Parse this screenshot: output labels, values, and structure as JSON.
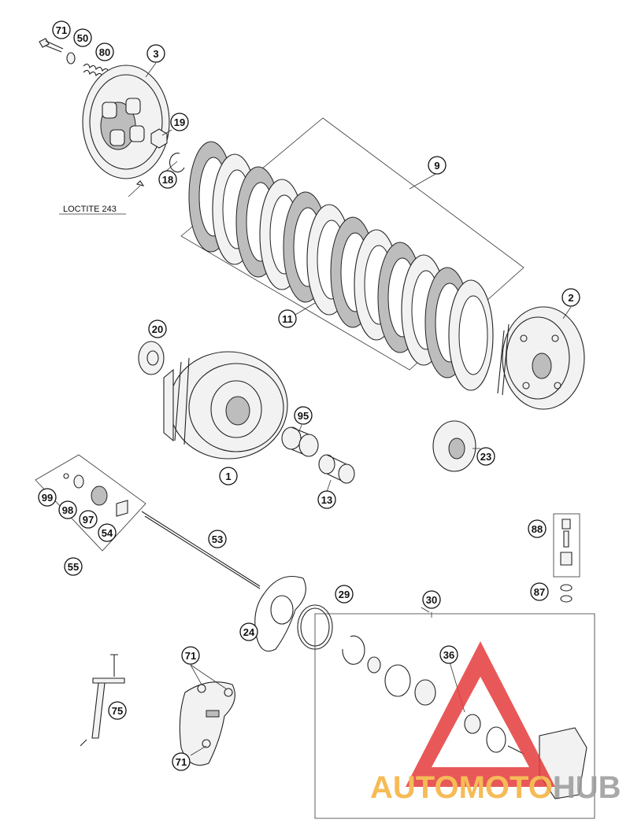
{
  "callouts": [
    {
      "id": "p71a",
      "label": "71"
    },
    {
      "id": "p50",
      "label": "50"
    },
    {
      "id": "p80",
      "label": "80"
    },
    {
      "id": "p3",
      "label": "3"
    },
    {
      "id": "p19",
      "label": "19"
    },
    {
      "id": "p18",
      "label": "18"
    },
    {
      "id": "p9",
      "label": "9"
    },
    {
      "id": "p11",
      "label": "11"
    },
    {
      "id": "p2",
      "label": "2"
    },
    {
      "id": "p20",
      "label": "20"
    },
    {
      "id": "p1",
      "label": "1"
    },
    {
      "id": "p95",
      "label": "95"
    },
    {
      "id": "p13",
      "label": "13"
    },
    {
      "id": "p23",
      "label": "23"
    },
    {
      "id": "p99",
      "label": "99"
    },
    {
      "id": "p98",
      "label": "98"
    },
    {
      "id": "p97",
      "label": "97"
    },
    {
      "id": "p54",
      "label": "54"
    },
    {
      "id": "p55",
      "label": "55"
    },
    {
      "id": "p53",
      "label": "53"
    },
    {
      "id": "p88",
      "label": "88"
    },
    {
      "id": "p87",
      "label": "87"
    },
    {
      "id": "p29",
      "label": "29"
    },
    {
      "id": "p30",
      "label": "30"
    },
    {
      "id": "p24",
      "label": "24"
    },
    {
      "id": "p36",
      "label": "36"
    },
    {
      "id": "p71b",
      "label": "71"
    },
    {
      "id": "p71c",
      "label": "71"
    },
    {
      "id": "p75",
      "label": "75"
    }
  ],
  "notes": {
    "loctite": "LOCTITE 243"
  },
  "watermark": {
    "part1": "AUTOMOTO",
    "part2": "HUB",
    "color1": "#f5b03a",
    "color2": "#9a9a9a",
    "logo_color": "#e53b3b"
  }
}
